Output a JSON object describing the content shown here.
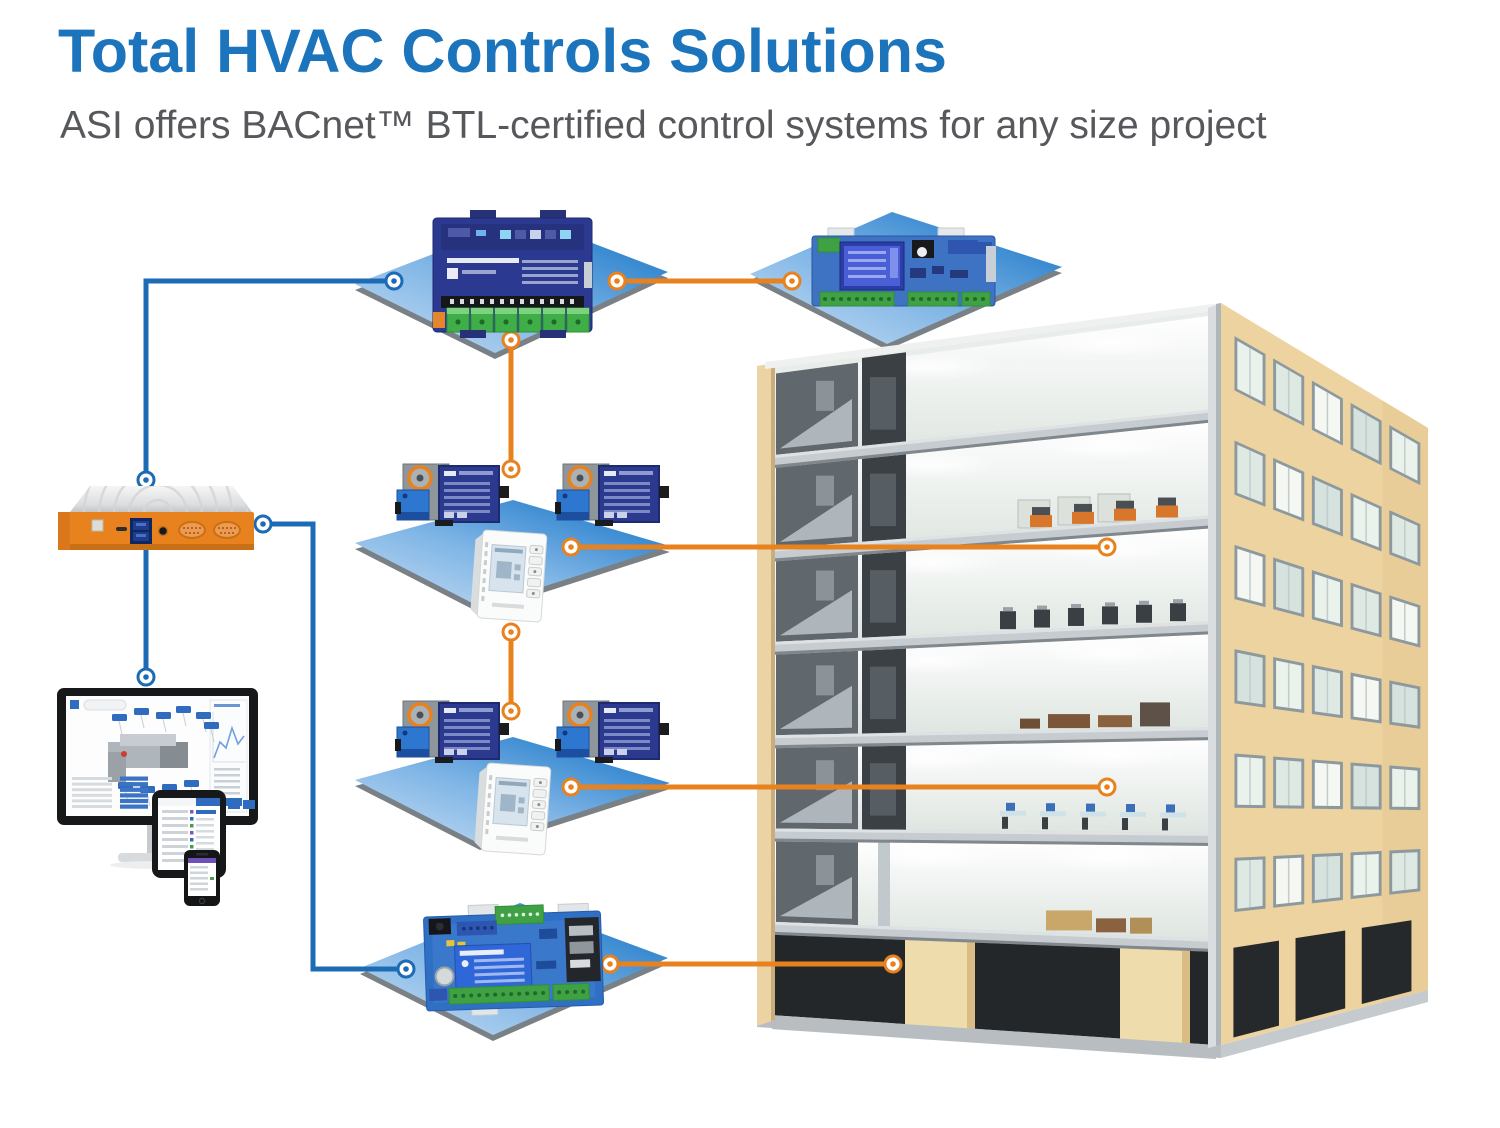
{
  "header": {
    "title": "Total HVAC Controls Solutions",
    "subtitle": "ASI offers BACnet™ BTL-certified control systems for any size project"
  },
  "colors": {
    "title_blue": "#1C75BC",
    "subtitle_gray": "#56585C",
    "accent_orange": "#E8821E",
    "accent_blue": "#1B6CB5",
    "platform_light": "#C9DFF3",
    "platform_mid": "#7FB5E6",
    "platform_dark": "#0E6FC4",
    "platform_edge": "#7A8186",
    "board_navy": "#2C3990",
    "board_blue": "#3E72C2",
    "pcb_light_blue": "#2F6FC4",
    "terminal_green": "#3FA044",
    "building_tan": "#EDD3A0",
    "gateway_orange": "#E8821E"
  },
  "diagram": {
    "devices": [
      {
        "id": "plant-controller-board",
        "kind": "bacnet-controller"
      },
      {
        "id": "unitary-controller-board",
        "kind": "bacnet-controller"
      },
      {
        "id": "gateway-server-appliance",
        "kind": "gateway"
      },
      {
        "id": "vav-actuators-upper",
        "kind": "actuator-pair"
      },
      {
        "id": "thermostat-upper",
        "kind": "thermostat"
      },
      {
        "id": "vav-actuators-lower",
        "kind": "actuator-pair"
      },
      {
        "id": "thermostat-lower",
        "kind": "thermostat"
      },
      {
        "id": "workstation-devices",
        "kind": "monitor-tablet-phone"
      },
      {
        "id": "building-controller-board",
        "kind": "bacnet-controller"
      },
      {
        "id": "office-building",
        "kind": "building-cutaway"
      }
    ],
    "connections": [
      {
        "from": "plant-controller-board",
        "to": "gateway-server-appliance",
        "color": "blue"
      },
      {
        "from": "gateway-server-appliance",
        "to": "workstation-devices",
        "color": "blue"
      },
      {
        "from": "gateway-server-appliance",
        "to": "building-controller-board",
        "color": "blue"
      },
      {
        "from": "plant-controller-board",
        "to": "unitary-controller-board",
        "color": "orange"
      },
      {
        "from": "plant-controller-board",
        "to": "vav-actuators-upper",
        "color": "orange"
      },
      {
        "from": "vav-actuators-upper",
        "to": "office-building-floor-3",
        "color": "orange"
      },
      {
        "from": "thermostat-upper",
        "to": "vav-actuators-lower",
        "color": "orange"
      },
      {
        "from": "vav-actuators-lower",
        "to": "office-building-floor-5",
        "color": "orange"
      },
      {
        "from": "building-controller-board",
        "to": "office-building-ground-floor",
        "color": "orange"
      }
    ]
  },
  "building": {
    "floors_visible": 7,
    "window_rows": 6,
    "window_columns": 5
  }
}
